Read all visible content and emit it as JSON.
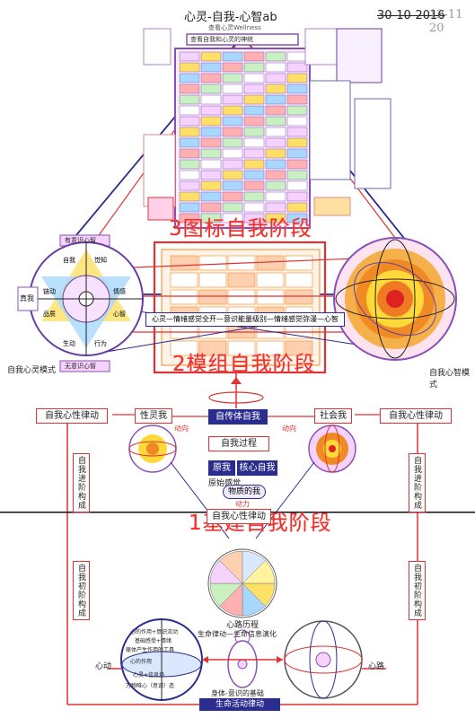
{
  "header": {
    "title": "心灵-自我-心智ab",
    "date": "30-10-2016",
    "handwritten": "12-11 20"
  },
  "stages": {
    "stage3": "3图标自我阶段",
    "stage2": "2模组自我阶段",
    "stage1": "1基建自我阶段"
  },
  "top_chart": {
    "subtitle": "查看心灵Wellness",
    "top_box": "查看自我和心灵的神统"
  },
  "left_mandala": {
    "top_label": "有意识心智",
    "bottom_label": "无意识心智",
    "side_label": "真我",
    "caption": "自我心灵模式",
    "segments": [
      "自我",
      "觉知",
      "情感",
      "心智",
      "行为",
      "生动",
      "品质",
      "链动"
    ]
  },
  "right_mandala": {
    "caption": "自我心智模式"
  },
  "middle_bar": {
    "text": "心灵—情绪感觉全开—意识能量级别—情绪感觉弥漫—心智"
  },
  "middle_flow": {
    "whole_self": "自传体自我",
    "process": "自我过程",
    "core_left": "原我",
    "core_right": "核心自我",
    "original_feel": "原始感觉",
    "material_self": "物质的我",
    "power": "动力",
    "rhythm": "自我心性律动"
  },
  "side_boxes": {
    "left_rhythm": "自我心性律动",
    "right_rhythm": "自我心性律动",
    "spirit_self": "性灵我",
    "social_self": "社会我",
    "dyn_left": "动向",
    "dyn_right": "动向"
  },
  "vertical_labels": {
    "left_upper": "自我进阶构成",
    "left_lower": "自我初阶构成",
    "right_upper": "自我进阶构成",
    "right_lower": "自我初阶构成"
  },
  "bottom": {
    "heart_journey": "心路历程",
    "life_rhythm": "生命律动—生命信息演化",
    "heart_move": "心动",
    "heart_road": "心路",
    "body_base": "身体-意识的基础",
    "life_activity": "生命活动律动",
    "left_circle_lines": [
      "心的作用+意识流动",
      "基础感受+情绪",
      "躯体产生作用的工具",
      "心的作用",
      "心灵+信息场",
      "万物唯心（意识）造"
    ]
  },
  "colors": {
    "red": "#f0302a",
    "navy": "#2b2d8e",
    "purple": "#8a4fb7",
    "orange": "#f08a24",
    "yellow": "#ffd93a"
  }
}
